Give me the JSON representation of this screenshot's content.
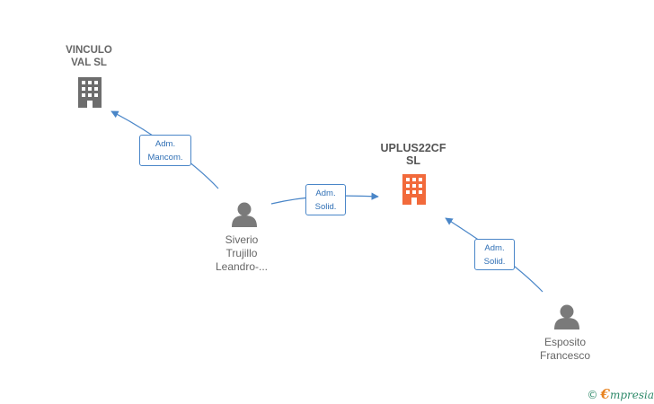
{
  "nodes": {
    "vinculo": {
      "label": "VINCULO\nVAL  SL",
      "type": "company"
    },
    "uplus": {
      "label": "UPLUS22CF\nSL",
      "type": "company"
    },
    "siverio": {
      "label": "Siverio\nTrujillo\nLeandro-...",
      "type": "person"
    },
    "esposito": {
      "label": "Esposito\nFrancesco",
      "type": "person"
    }
  },
  "edges": {
    "e1": {
      "label": "Adm.\nMancom."
    },
    "e2": {
      "label": "Adm.\nSolid."
    },
    "e3": {
      "label": "Adm.\nSolid."
    }
  },
  "colors": {
    "edge": "#4a86c8",
    "company_gray": "#6d6d6d",
    "company_target": "#f26a3b",
    "person": "#7a7a7a"
  },
  "watermark": {
    "symbol": "©",
    "brand_initial": "€",
    "brand_rest": "mpresia"
  }
}
